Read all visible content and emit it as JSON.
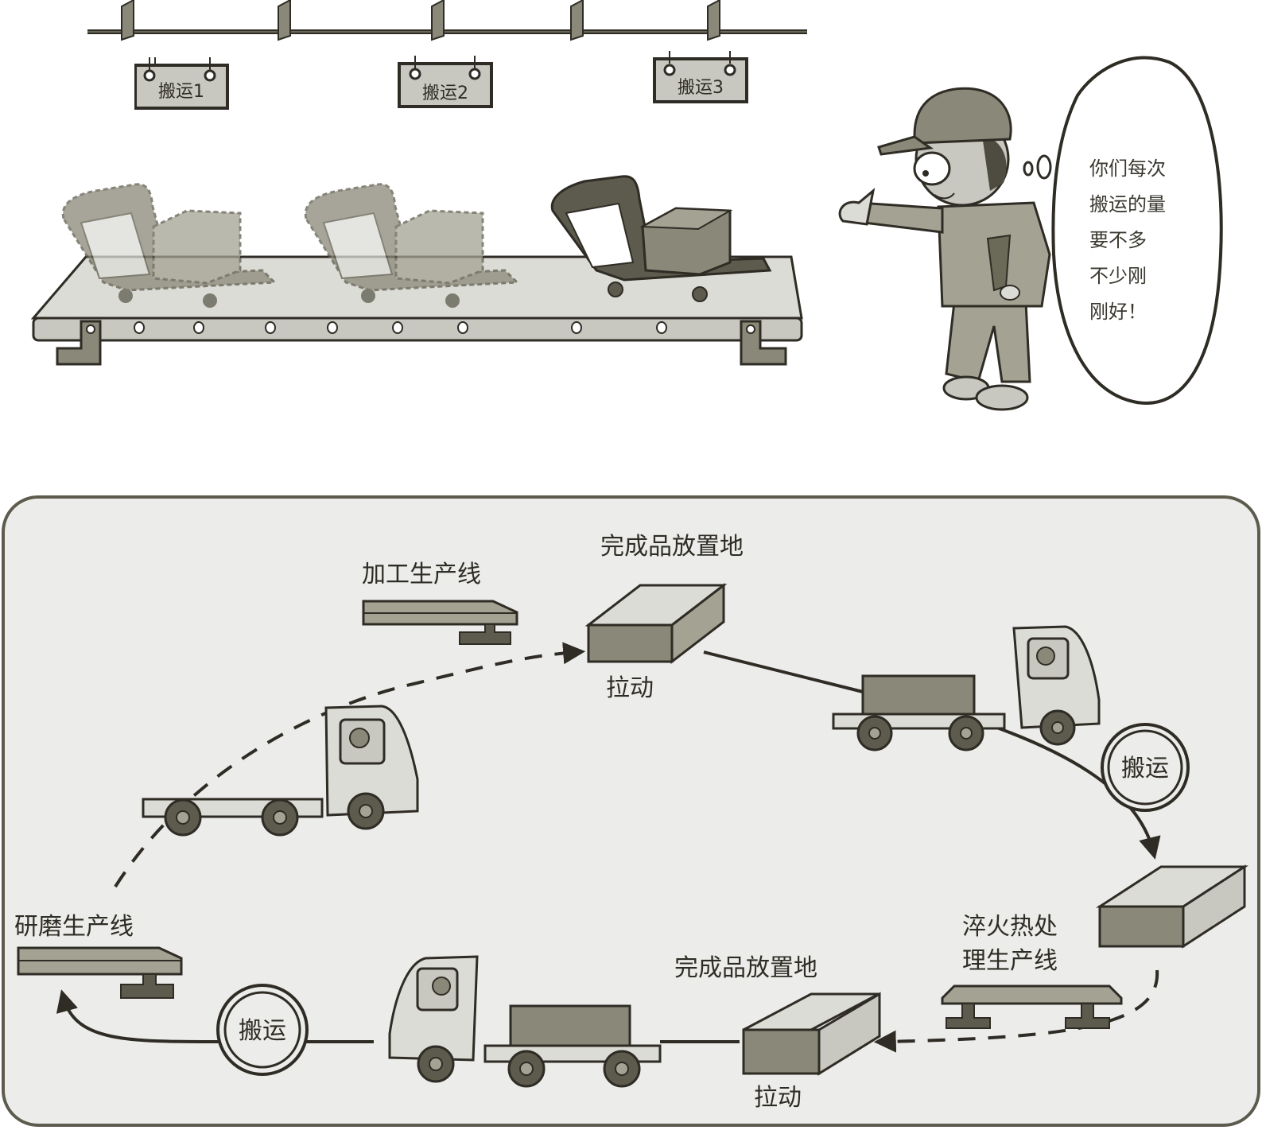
{
  "colors": {
    "ink": "#2e2c24",
    "dark_fill": "#5d5b4d",
    "mid_fill": "#8a8878",
    "light_fill": "#c9c8c0",
    "pale_fill": "#dcdcd6",
    "panel_bg": "#ececea",
    "page_bg": "#ffffff"
  },
  "top_scene": {
    "rail_signs": [
      "搬运1",
      "搬运2",
      "搬运3"
    ],
    "carts": [
      {
        "name": "cart-ghost-1",
        "style": "dashed"
      },
      {
        "name": "cart-ghost-2",
        "style": "dashed"
      },
      {
        "name": "cart-current",
        "style": "solid"
      }
    ],
    "worker": {
      "thought_dots": "oO"
    },
    "speech_bubble_lines": [
      "你们每次",
      "搬运的量",
      "要不多",
      "不少刚",
      "刚好！"
    ]
  },
  "bottom_panel": {
    "stations": {
      "processing_line": "加工生产线",
      "finished_goods_top": "完成品放置地",
      "pull_top": "拉动",
      "transport_right": "搬运",
      "quench_line_1": "淬火热处",
      "quench_line_2": "理生产线",
      "finished_goods_bottom": "完成品放置地",
      "pull_bottom": "拉动",
      "transport_left": "搬运",
      "grinding_line": "研磨生产线"
    }
  }
}
